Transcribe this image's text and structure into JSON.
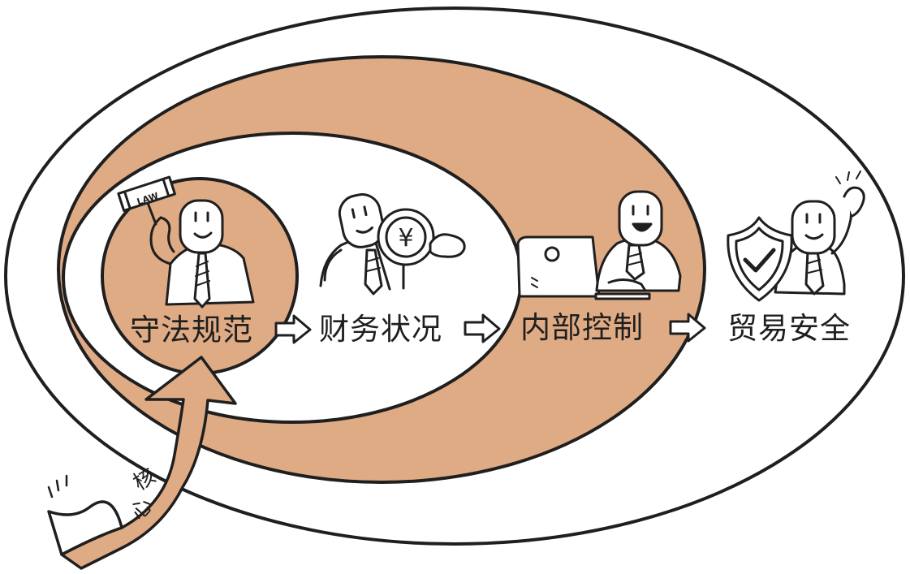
{
  "diagram": {
    "steps": [
      {
        "label": "守法规范",
        "icon": "gavel-law-icon"
      },
      {
        "label": "财务状况",
        "icon": "magnifier-yuan-icon"
      },
      {
        "label": "内部控制",
        "icon": "laptop-icon"
      },
      {
        "label": "贸易安全",
        "icon": "shield-check-icon"
      }
    ],
    "gavel_text": "LAW",
    "coin_symbol": "¥",
    "core_chars": [
      "核",
      "心"
    ],
    "colors": {
      "ring": "#dfab85",
      "line": "#1f1f1f",
      "bg": "#ffffff"
    }
  }
}
